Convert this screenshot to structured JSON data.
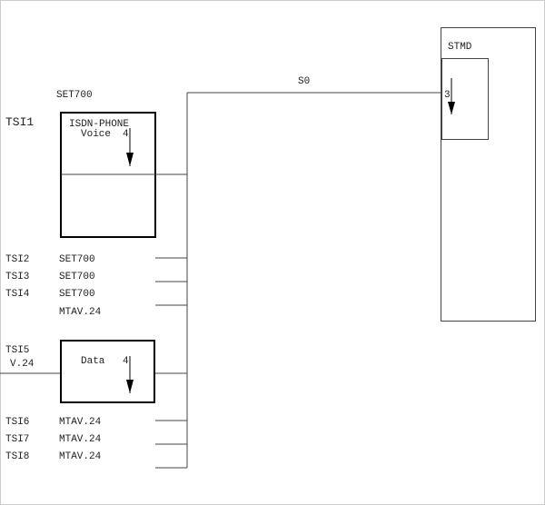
{
  "bus": {
    "label": "S0"
  },
  "stmd": {
    "label": "STMD",
    "port": "3"
  },
  "tsi1": {
    "id": "TSI1",
    "device": "SET700",
    "box_title": "ISDN-PHONE",
    "channel": "Voice",
    "port": "4"
  },
  "stubs_top": [
    {
      "id": "TSI2",
      "device": "SET700"
    },
    {
      "id": "TSI3",
      "device": "SET700"
    },
    {
      "id": "TSI4",
      "device": "SET700"
    },
    {
      "id": "",
      "device": "MTAV.24"
    }
  ],
  "tsi5": {
    "id": "TSI5",
    "interface": "V.24",
    "channel": "Data",
    "port": "4"
  },
  "stubs_bottom": [
    {
      "id": "TSI6",
      "device": "MTAV.24"
    },
    {
      "id": "TSI7",
      "device": "MTAV.24"
    },
    {
      "id": "TSI8",
      "device": "MTAV.24"
    }
  ]
}
